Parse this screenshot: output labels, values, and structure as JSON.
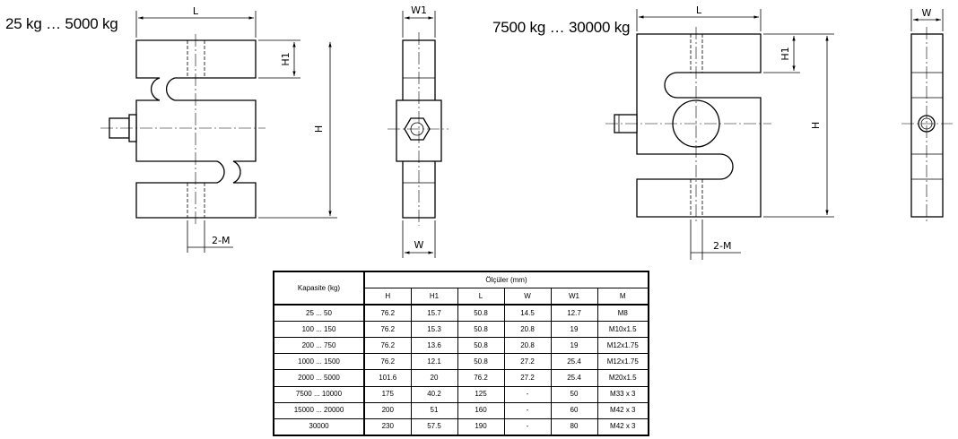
{
  "titles": {
    "small_range": "25 kg … 5000 kg",
    "large_range": "7500 kg … 30000 kg"
  },
  "dimension_labels": {
    "L": "L",
    "H": "H",
    "H1": "H1",
    "W": "W",
    "W1": "W1",
    "M": "2-M"
  },
  "table": {
    "capacity_header": "Kapasite (kg)",
    "dimensions_header": "Ölçüler (mm)",
    "columns": [
      "H",
      "H1",
      "L",
      "W",
      "W1",
      "M"
    ],
    "rows": [
      [
        "25 ... 50",
        "76.2",
        "15.7",
        "50.8",
        "14.5",
        "12.7",
        "M8"
      ],
      [
        "100 ... 150",
        "76.2",
        "15.3",
        "50.8",
        "20.8",
        "19",
        "M10x1.5"
      ],
      [
        "200 ... 750",
        "76.2",
        "13.6",
        "50.8",
        "20.8",
        "19",
        "M12x1.75"
      ],
      [
        "1000 ... 1500",
        "76.2",
        "12.1",
        "50.8",
        "27.2",
        "25.4",
        "M12x1.75"
      ],
      [
        "2000 ... 5000",
        "101.6",
        "20",
        "76.2",
        "27.2",
        "25.4",
        "M20x1.5"
      ],
      [
        "7500 ... 10000",
        "175",
        "40.2",
        "125",
        "-",
        "50",
        "M33 x 3"
      ],
      [
        "15000 ... 20000",
        "200",
        "51",
        "160",
        "-",
        "60",
        "M42 x 3"
      ],
      [
        "30000",
        "230",
        "57.5",
        "190",
        "-",
        "80",
        "M42 x 3"
      ]
    ]
  }
}
